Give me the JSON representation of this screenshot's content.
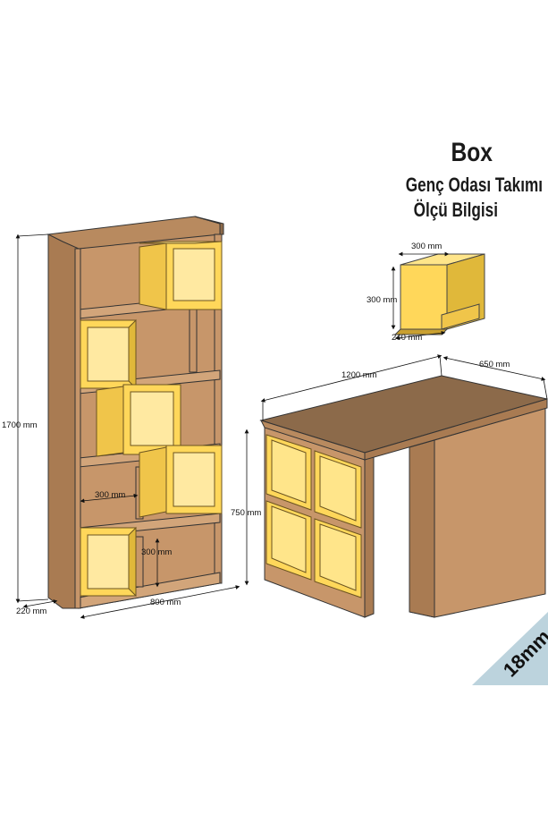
{
  "title": "Box",
  "subtitle": "Genç Odası Takımı",
  "subtitle2": "Ölçü Bilgisi",
  "thickness_badge": "18mm",
  "dimensions": {
    "bookcase_height": "1700 mm",
    "bookcase_depth": "220 mm",
    "bookcase_width": "800 mm",
    "box_inner_width": "300 mm",
    "box_inner_height": "300 mm",
    "cube_width": "300 mm",
    "cube_height": "300 mm",
    "cube_depth": "240 mm",
    "desk_width": "1200 mm",
    "desk_depth": "650 mm",
    "desk_height": "750 mm"
  },
  "colors": {
    "wood": "#c7966a",
    "wood_dark": "#a97b52",
    "wood_top": "#8c6a4a",
    "yellow": "#ffd75a",
    "yellow_edge": "#e0b83a",
    "badge": "#bcd3dd"
  }
}
